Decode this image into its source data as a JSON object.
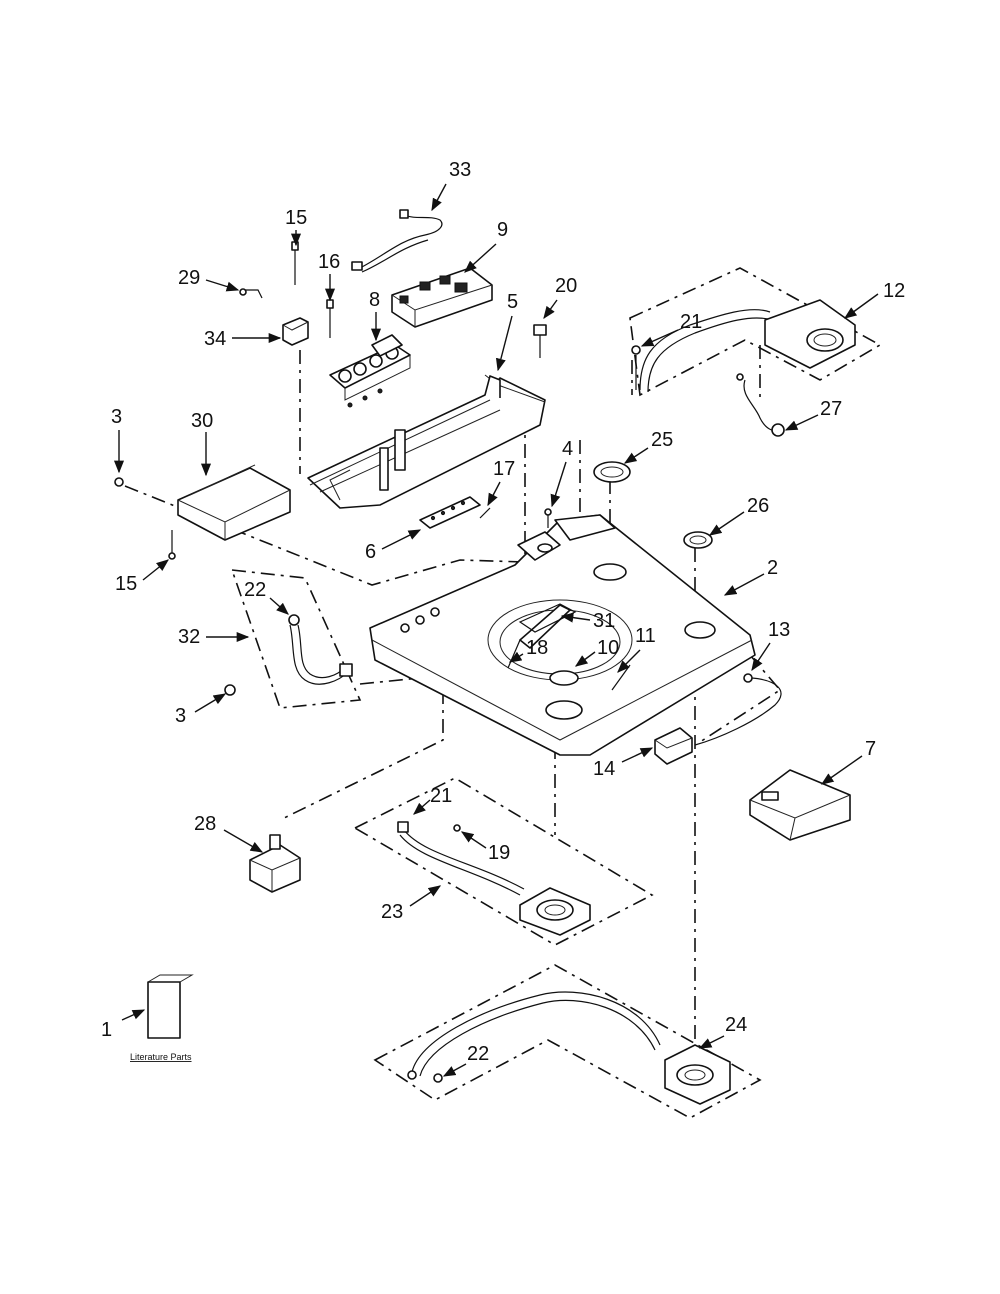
{
  "callouts": {
    "c1": "1",
    "c2": "2",
    "c3a": "3",
    "c3b": "3",
    "c4": "4",
    "c5": "5",
    "c6": "6",
    "c7": "7",
    "c8": "8",
    "c9": "9",
    "c10": "10",
    "c11": "11",
    "c12": "12",
    "c13": "13",
    "c14": "14",
    "c15a": "15",
    "c15b": "15",
    "c16": "16",
    "c17": "17",
    "c18": "18",
    "c19": "19",
    "c20": "20",
    "c21a": "21",
    "c21b": "21",
    "c22a": "22",
    "c22b": "22",
    "c23": "23",
    "c24": "24",
    "c25": "25",
    "c26": "26",
    "c27": "27",
    "c28": "28",
    "c29": "29",
    "c30": "30",
    "c31": "31",
    "c32": "32",
    "c33": "33",
    "c34": "34"
  },
  "literature_label": "Literature Parts"
}
